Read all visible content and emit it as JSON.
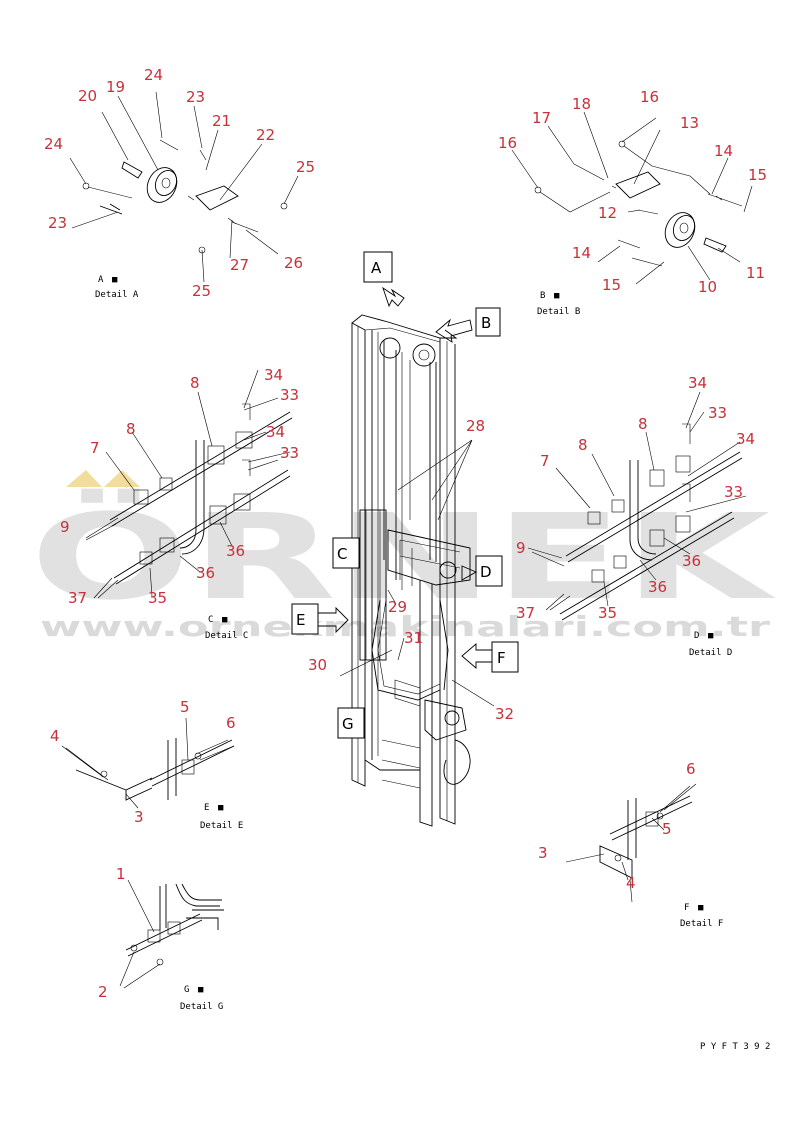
{
  "drawing_code": "P Y F T 3 9 2",
  "watermark": {
    "brand": "ÖRNEK",
    "site": "www.ornekmakinalari.com.tr"
  },
  "callouts": [
    "A",
    "B",
    "C",
    "D",
    "E",
    "F",
    "G"
  ],
  "details": {
    "a": {
      "tag": "A",
      "caption": "Detail A",
      "parts": [
        "24",
        "20",
        "19",
        "23",
        "21",
        "22",
        "24",
        "23",
        "25",
        "27",
        "26",
        "25"
      ]
    },
    "b": {
      "tag": "B",
      "caption": "Detail B",
      "parts": [
        "16",
        "17",
        "18",
        "13",
        "16",
        "14",
        "15",
        "12",
        "14",
        "11",
        "15",
        "10"
      ]
    },
    "c": {
      "tag": "C",
      "caption": "Detail C",
      "parts": [
        "8",
        "34",
        "33",
        "34",
        "7",
        "8",
        "33",
        "9",
        "36",
        "36",
        "37",
        "35"
      ]
    },
    "d": {
      "tag": "D",
      "caption": "Detail D",
      "parts": [
        "34",
        "33",
        "8",
        "34",
        "7",
        "8",
        "33",
        "9",
        "36",
        "36",
        "37",
        "35"
      ]
    },
    "e": {
      "tag": "E",
      "caption": "Detail E",
      "parts": [
        "5",
        "6",
        "4",
        "3"
      ]
    },
    "f": {
      "tag": "F",
      "caption": "Detail F",
      "parts": [
        "6",
        "5",
        "3",
        "4"
      ]
    },
    "g": {
      "tag": "G",
      "caption": "Detail G",
      "parts": [
        "1",
        "2"
      ]
    },
    "main": {
      "parts": [
        "28",
        "29",
        "31",
        "30",
        "32"
      ]
    }
  },
  "colors": {
    "part_number": "#c8303a",
    "watermark": "#d0d0d0",
    "watermark_accent": "#e8c24a"
  }
}
